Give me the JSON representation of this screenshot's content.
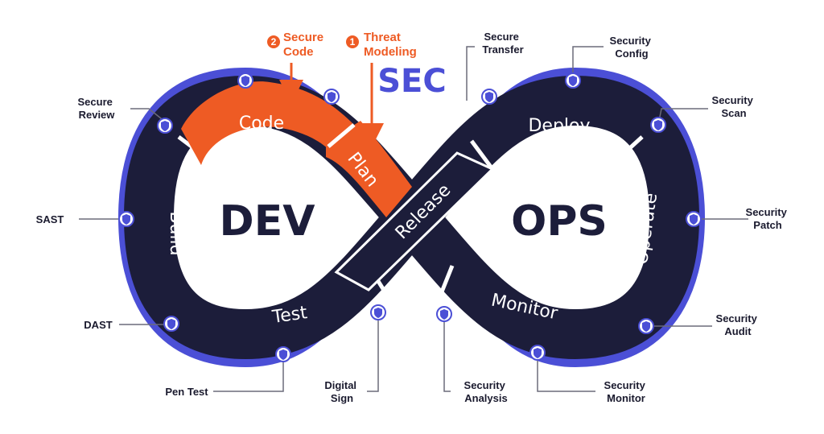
{
  "center": {
    "dev": "DEV",
    "ops": "OPS",
    "sec": "SEC"
  },
  "segments": {
    "code": "Code",
    "plan": "Plan",
    "build": "Build",
    "test": "Test",
    "release": "Release",
    "deploy": "Deploy",
    "operate": "Operate",
    "monitor": "Monitor"
  },
  "highlights": [
    {
      "num": "1",
      "line1": "Threat",
      "line2": "Modeling"
    },
    {
      "num": "2",
      "line1": "Secure",
      "line2": "Code"
    }
  ],
  "labels": {
    "secure_review": [
      "Secure",
      "Review"
    ],
    "sast": [
      "SAST"
    ],
    "dast": [
      "DAST"
    ],
    "pen_test": [
      "Pen Test"
    ],
    "digital_sign": [
      "Digital",
      "Sign"
    ],
    "security_analysis": [
      "Security",
      "Analysis"
    ],
    "security_monitor": [
      "Security",
      "Monitor"
    ],
    "security_audit": [
      "Security",
      "Audit"
    ],
    "security_patch": [
      "Security",
      "Patch"
    ],
    "security_scan": [
      "Security",
      "Scan"
    ],
    "security_config": [
      "Security",
      "Config"
    ],
    "secure_transfer": [
      "Secure",
      "Transfer"
    ]
  },
  "colors": {
    "outer_ring": "#4b4fd6",
    "dark_segment": "#1c1d3a",
    "highlight": "#ee5b24",
    "text_dark": "#1a1a2e"
  },
  "icons": {
    "badge": "shield-icon"
  }
}
